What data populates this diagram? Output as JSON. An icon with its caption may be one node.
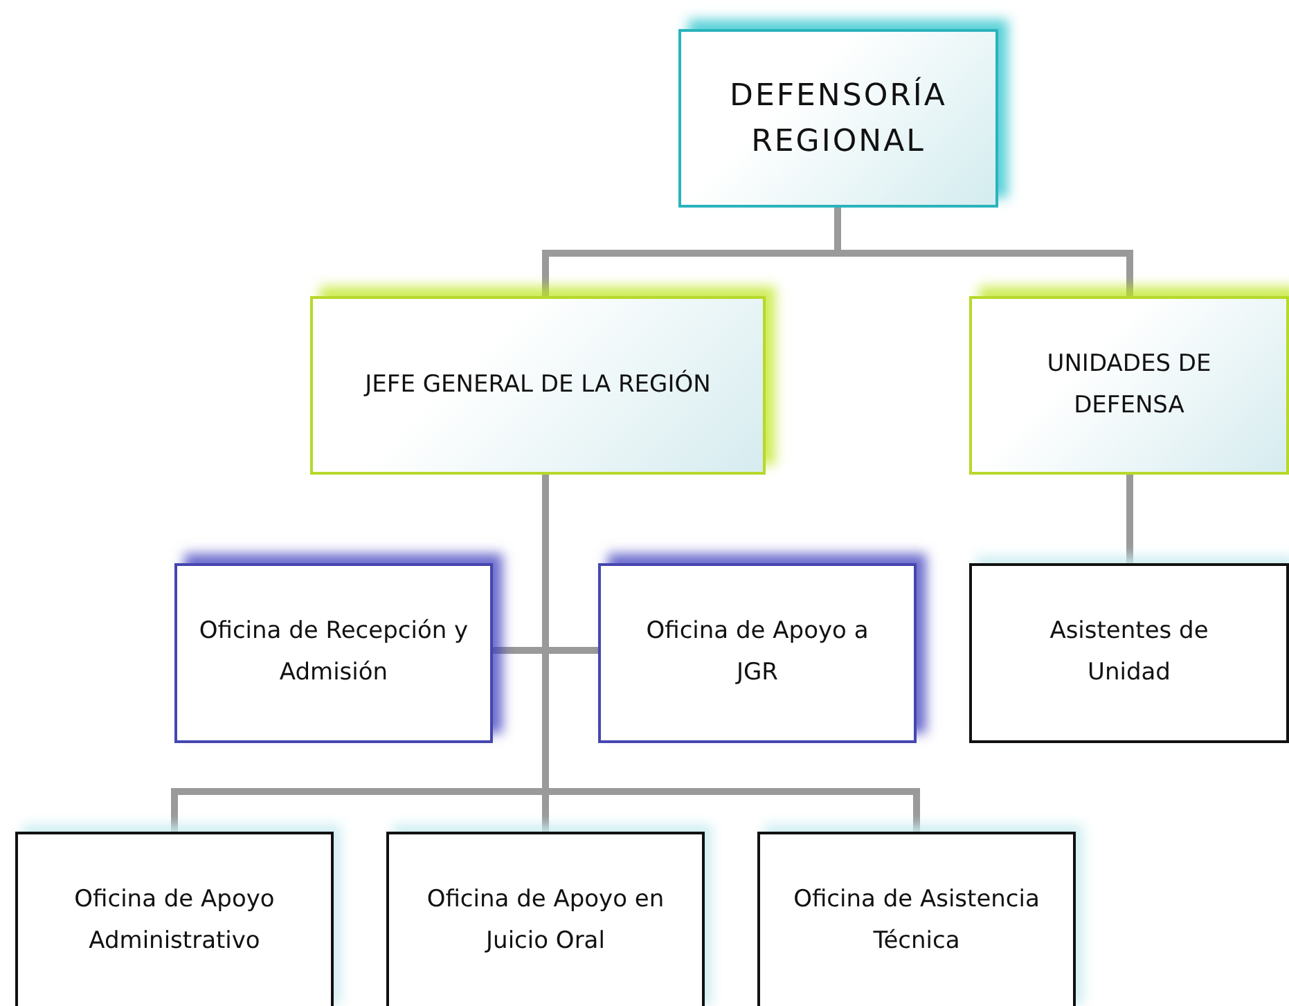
{
  "diagram": {
    "nodes": [
      {
        "text": [
          "DEFENSORÍA REGIONAL"
        ]
      },
      {
        "text": [
          "JEFE GENERAL DE LA REGIÓN"
        ]
      },
      {
        "text": [
          "UNIDADES DE DEFENSA"
        ]
      },
      {
        "text": [
          "Oficina de Recepción y Admisión"
        ]
      },
      {
        "text": [
          "Oficina de Apoyo a JGR"
        ]
      },
      {
        "text": [
          "Asistentes de Unidad"
        ]
      },
      {
        "text": [
          "Oficina de Apoyo Administrativo"
        ]
      },
      {
        "text": [
          "Oficina de Apoyo en Juicio Oral"
        ]
      },
      {
        "text": [
          "Oficina de Asistencia Técnica"
        ]
      }
    ],
    "edges": [
      {
        "from": 0,
        "to": 1,
        "arrow": "none"
      },
      {
        "from": 0,
        "to": 2,
        "arrow": "none"
      },
      {
        "from": 1,
        "to": 3,
        "arrow": "none"
      },
      {
        "from": 1,
        "to": 4,
        "arrow": "none"
      },
      {
        "from": 1,
        "to": 6,
        "arrow": "none"
      },
      {
        "from": 1,
        "to": 7,
        "arrow": "none"
      },
      {
        "from": 1,
        "to": 8,
        "arrow": "none"
      },
      {
        "from": 2,
        "to": 5,
        "arrow": "none"
      }
    ]
  }
}
